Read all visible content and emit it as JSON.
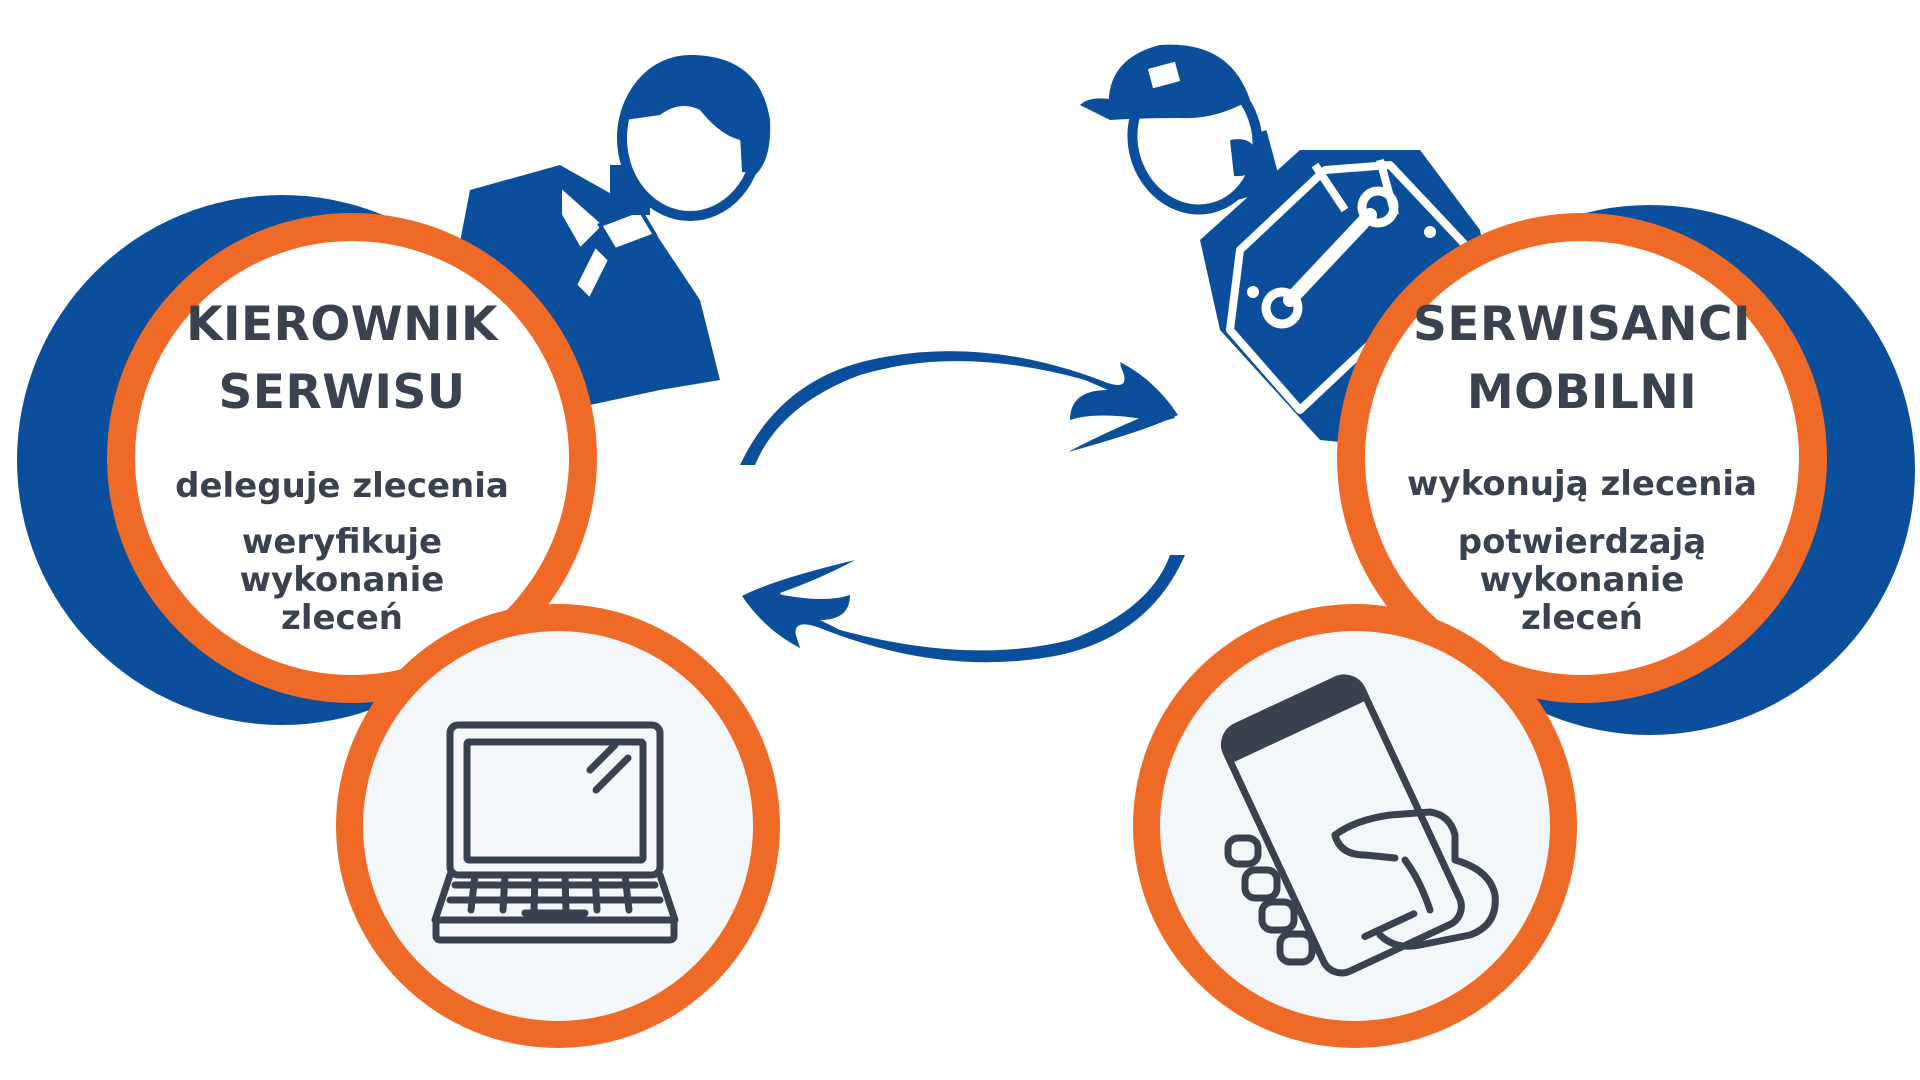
{
  "colors": {
    "blue": "#0b4f9c",
    "orange": "#ef6a26",
    "inner_fill": "#ffffff",
    "device_fill": "#f4f7fa",
    "text": "#3a4250",
    "icon_stroke": "#3a4250"
  },
  "manager": {
    "title_line1": "KIEROWNIK",
    "title_line2": "SERWISU",
    "desc_line1": "deleguje zlecenia",
    "desc_line2": "weryfikuje",
    "desc_line3": "wykonanie",
    "desc_line4": "zleceń",
    "figure_icon": "manager-person-icon",
    "device_icon": "laptop-icon"
  },
  "technicians": {
    "title_line1": "SERWISANCI",
    "title_line2": "MOBILNI",
    "desc_line1": "wykonują zlecenia",
    "desc_line2": "potwierdzają",
    "desc_line3": "wykonanie",
    "desc_line4": "zleceń",
    "figure_icon": "mechanic-person-icon",
    "device_icon": "smartphone-in-hand-icon"
  },
  "arrows": {
    "top_icon": "arrow-right-icon",
    "bottom_icon": "arrow-left-icon"
  }
}
